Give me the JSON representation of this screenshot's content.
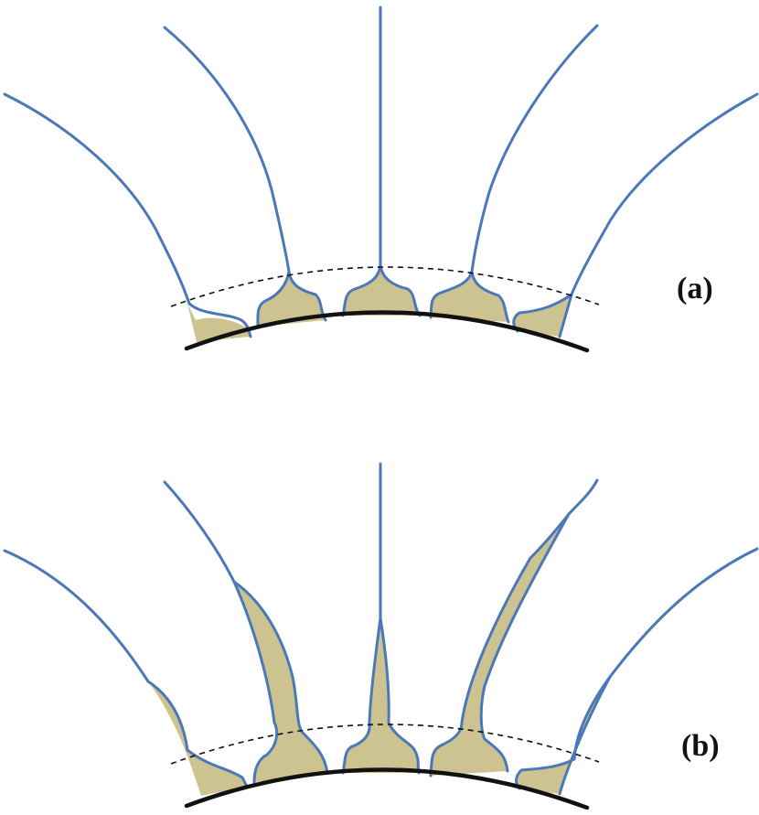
{
  "panels": [
    {
      "id": "a",
      "label": "(a)"
    },
    {
      "id": "b",
      "label": "(b)"
    }
  ],
  "colors": {
    "line": "#4a78b8",
    "fill": "#cdc390",
    "substrate": "#111111",
    "dashed": "#111111",
    "background": "#ffffff"
  }
}
